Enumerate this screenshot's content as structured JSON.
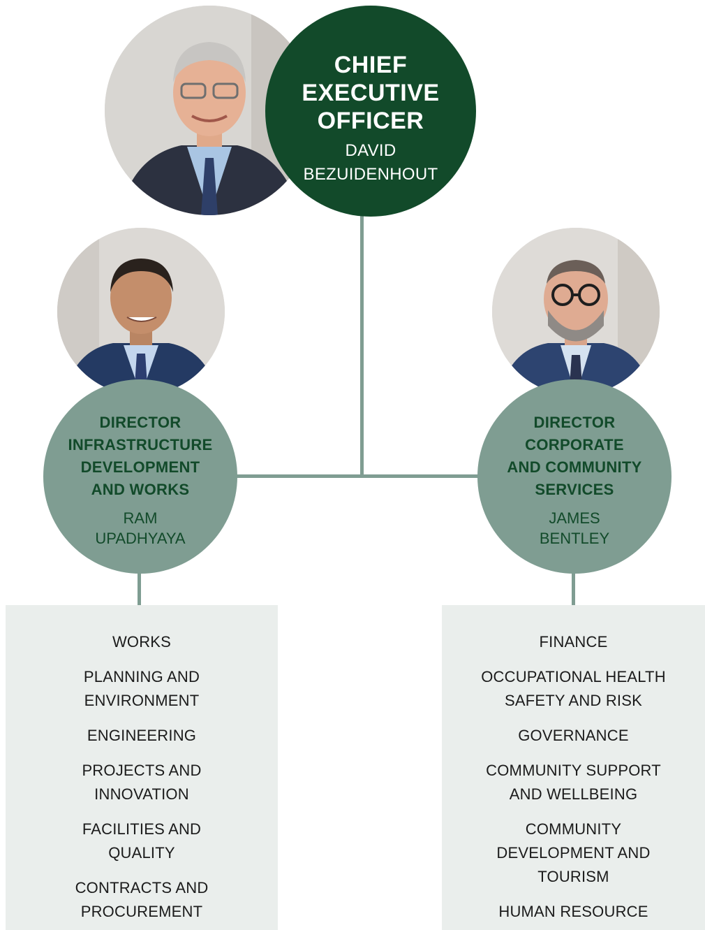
{
  "ceo": {
    "title_lines": [
      "CHIEF",
      "EXECUTIVE",
      "OFFICER"
    ],
    "name_lines": [
      "DAVID",
      "BEZUIDENHOUT"
    ]
  },
  "directors": [
    {
      "title_lines": [
        "DIRECTOR",
        "INFRASTRUCTURE",
        "DEVELOPMENT",
        "AND WORKS"
      ],
      "name_lines": [
        "RAM",
        "UPADHYAYA"
      ],
      "departments": [
        [
          "WORKS"
        ],
        [
          "PLANNING AND",
          "ENVIRONMENT"
        ],
        [
          "ENGINEERING"
        ],
        [
          "PROJECTS AND",
          "INNOVATION"
        ],
        [
          "FACILITIES AND",
          "QUALITY"
        ],
        [
          "CONTRACTS AND",
          "PROCUREMENT"
        ]
      ]
    },
    {
      "title_lines": [
        "DIRECTOR",
        "CORPORATE",
        "AND COMMUNITY",
        "SERVICES"
      ],
      "name_lines": [
        "JAMES",
        "BENTLEY"
      ],
      "departments": [
        [
          "FINANCE"
        ],
        [
          "OCCUPATIONAL HEALTH",
          "SAFETY AND RISK"
        ],
        [
          "GOVERNANCE"
        ],
        [
          "COMMUNITY SUPPORT",
          "AND WELLBEING"
        ],
        [
          "COMMUNITY",
          "DEVELOPMENT AND",
          "TOURISM"
        ],
        [
          "HUMAN RESOURCE"
        ]
      ]
    }
  ],
  "colors": {
    "ceo_fill": "#124a2a",
    "director_fill": "#7f9d92",
    "connector": "#7f9d92",
    "box_fill": "#eaeeec"
  }
}
